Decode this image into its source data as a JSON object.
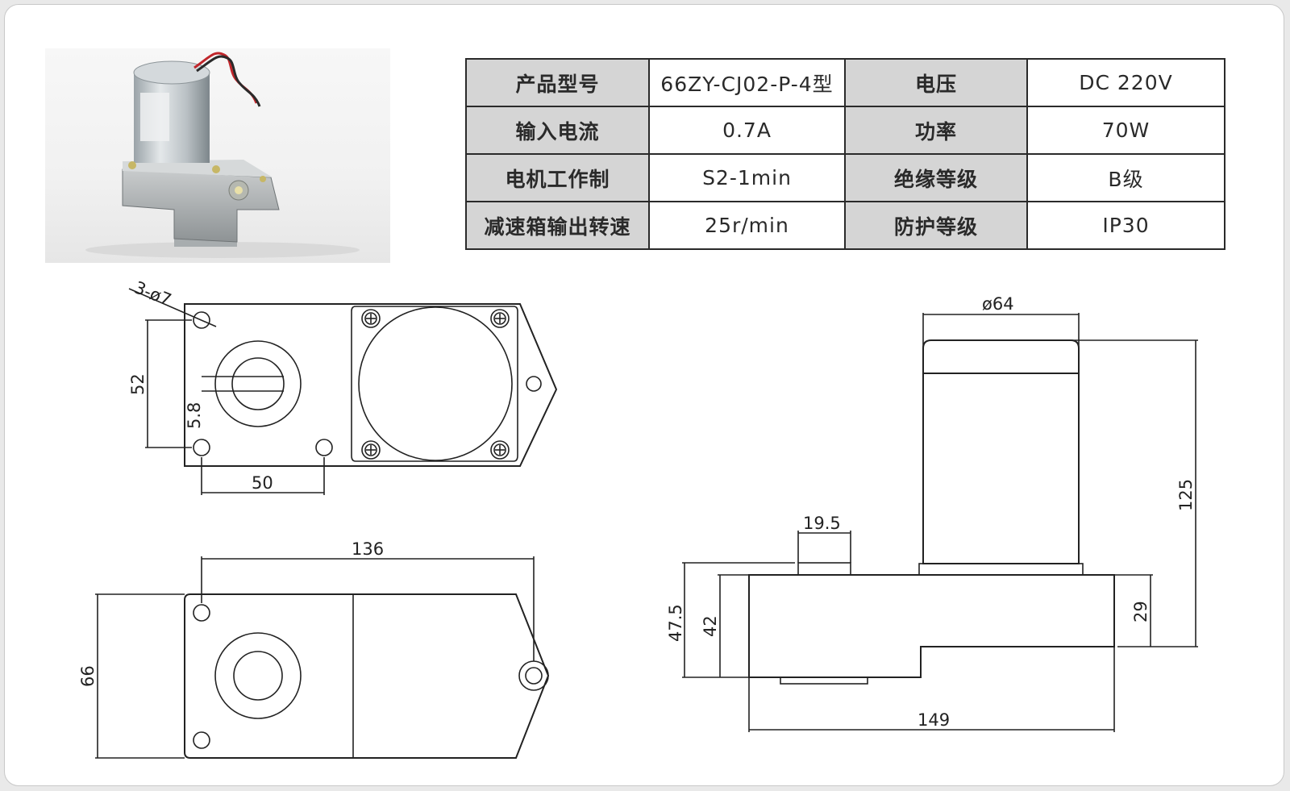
{
  "specs": {
    "rows": [
      {
        "k1": "产品型号",
        "v1": "66ZY-CJ02-P-4型",
        "k2": "电压",
        "v2": "DC  220V"
      },
      {
        "k1": "输入电流",
        "v1": "0.7A",
        "k2": "功率",
        "v2": "70W"
      },
      {
        "k1": "电机工作制",
        "v1": "S2-1min",
        "k2": "绝缘等级",
        "v2": "B级"
      },
      {
        "k1": "减速箱输出转速",
        "v1": "25r/min",
        "k2": "防护等级",
        "v2": "IP30"
      }
    ]
  },
  "dimensions": {
    "holes": "3-ø7",
    "hole_spacing_v": "52",
    "flat": "5.8",
    "hole_spacing_h": "50",
    "length_136": "136",
    "width_66": "66",
    "motor_dia": "ø64",
    "shaft_19_5": "19.5",
    "total_h": "125",
    "h_47_5": "47.5",
    "h_42": "42",
    "h_29": "29",
    "total_len": "149"
  },
  "colors": {
    "line": "#222222",
    "header_bg": "#d5d5d5"
  }
}
